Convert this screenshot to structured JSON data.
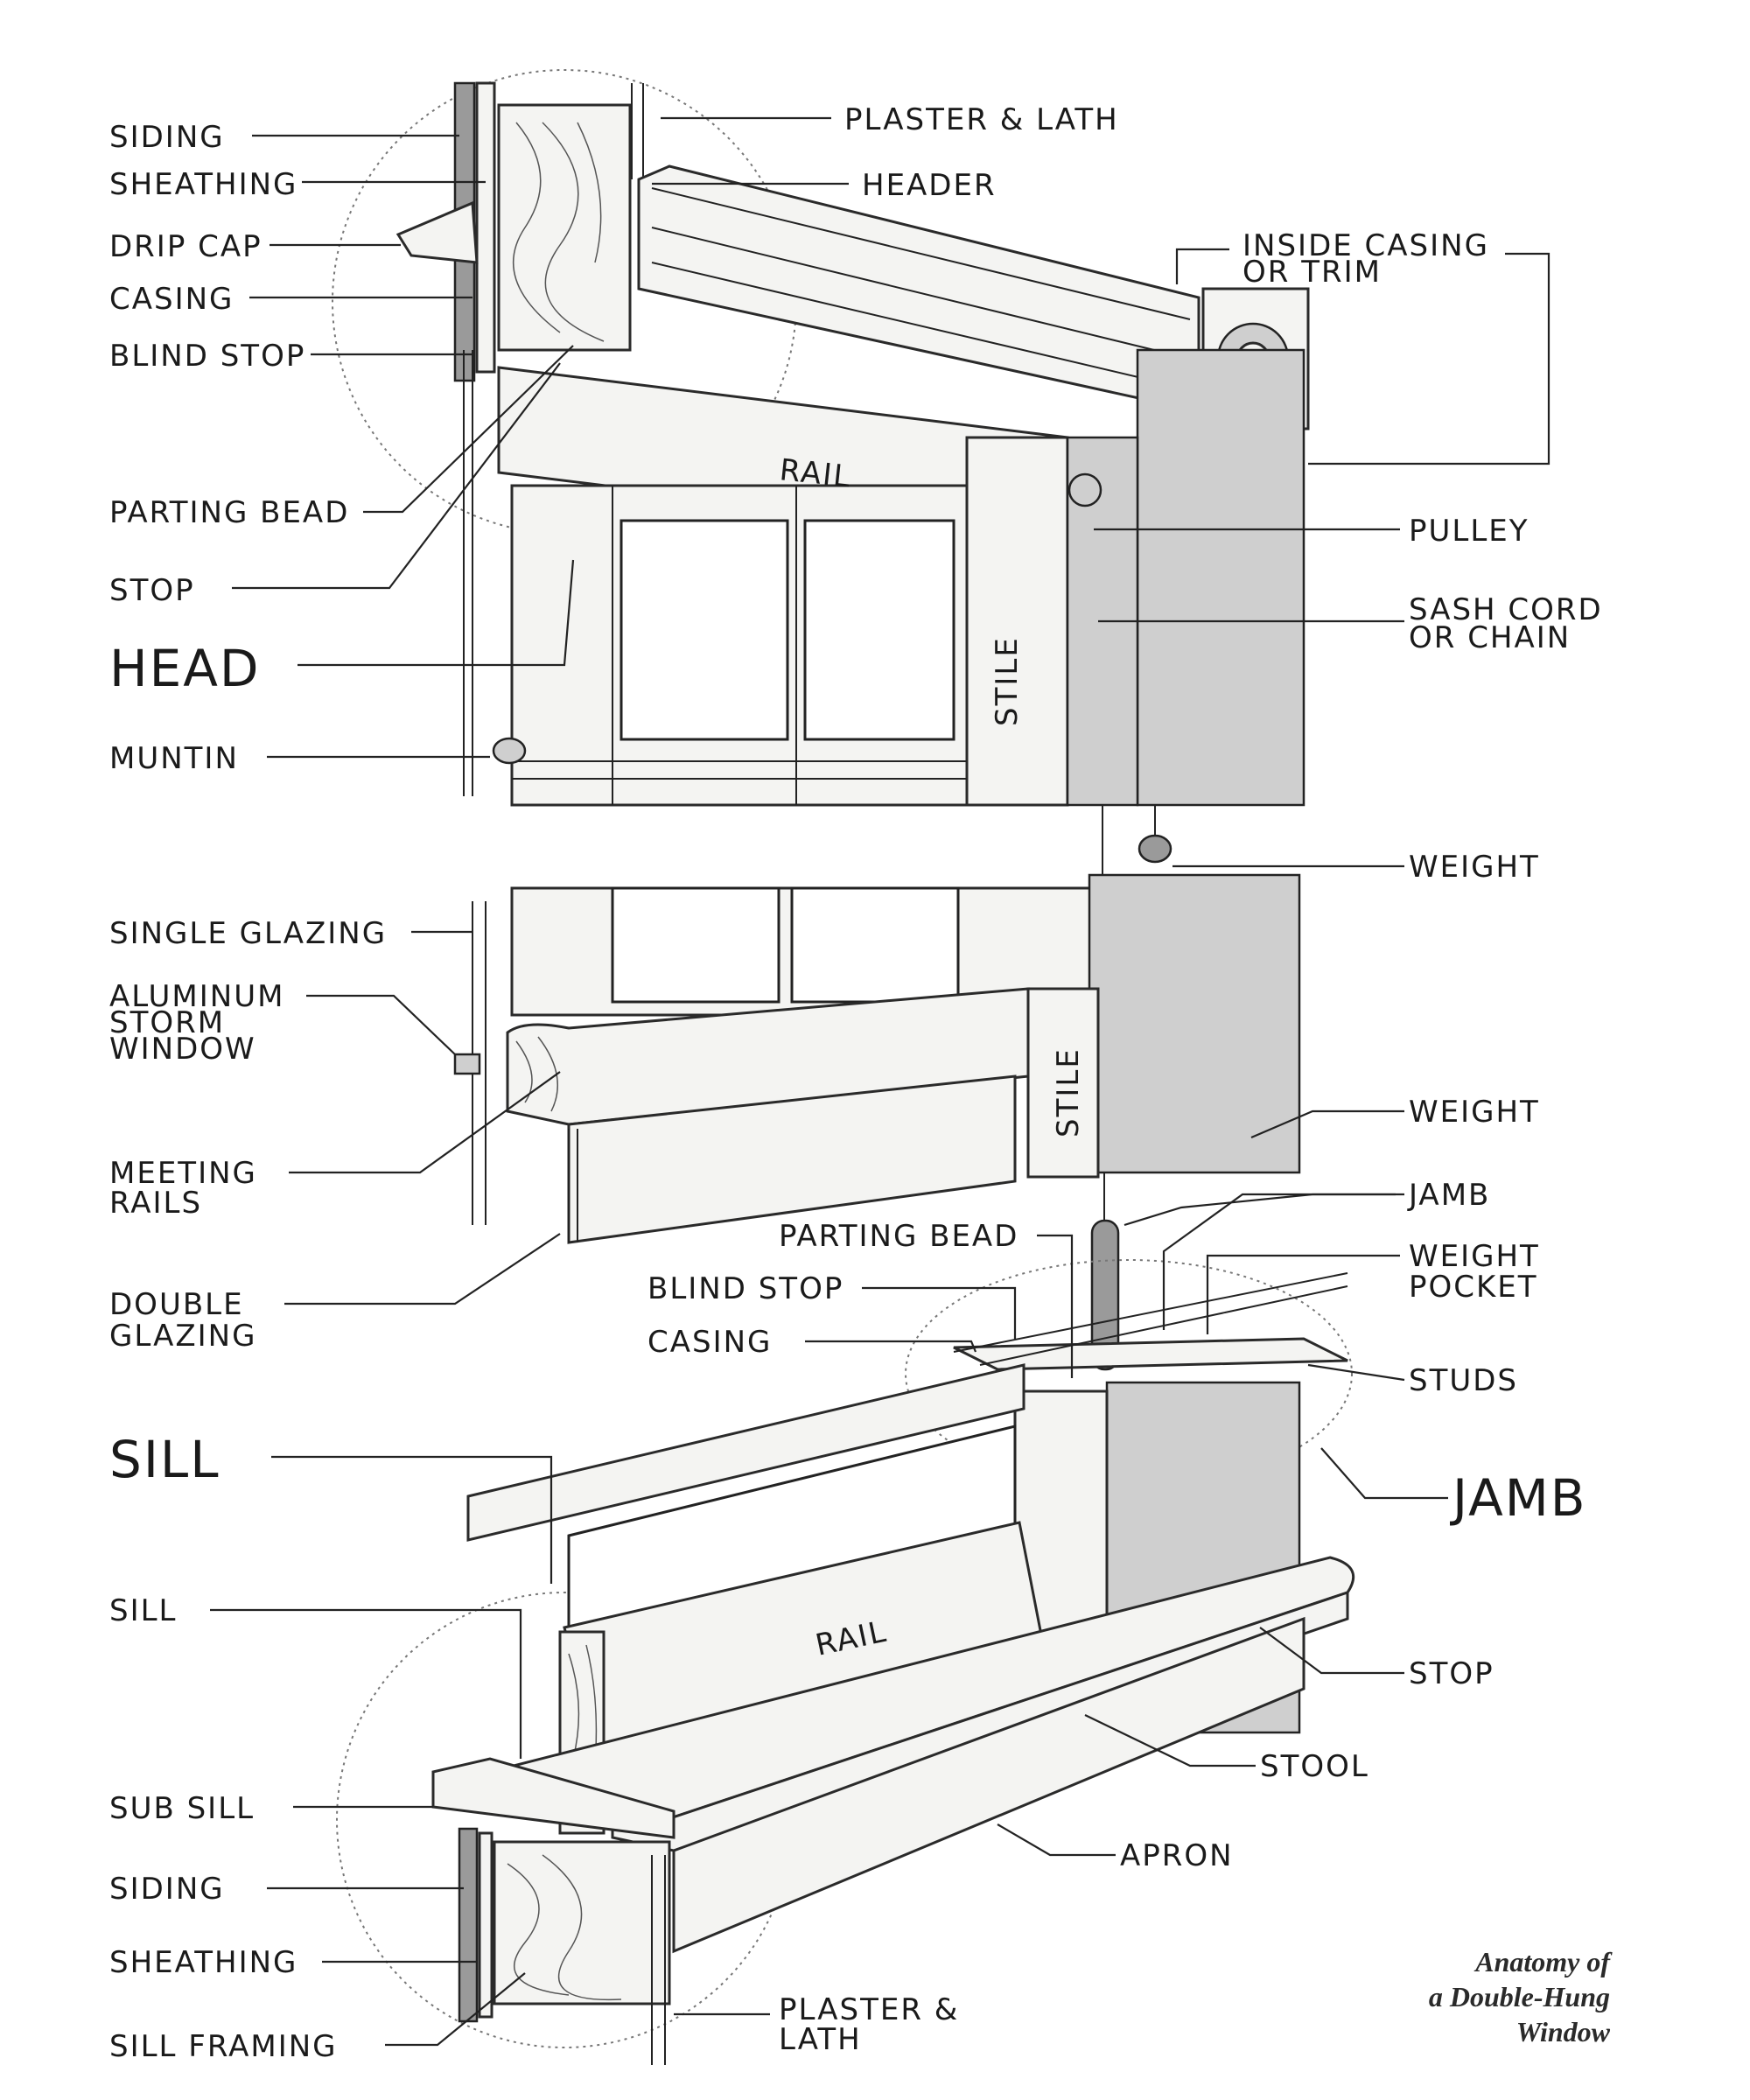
{
  "labels": {
    "siding_top": "SIDING",
    "sheathing_top": "SHEATHING",
    "drip_cap": "DRIP CAP",
    "casing_top": "CASING",
    "blind_stop_top": "BLIND STOP",
    "parting_bead_top": "PARTING BEAD",
    "stop_top": "STOP",
    "head": "HEAD",
    "muntin": "MUNTIN",
    "plaster_lath_top": "PLASTER & LATH",
    "header": "HEADER",
    "inside_casing_1": "INSIDE CASING",
    "inside_casing_2": "OR TRIM",
    "pulley": "PULLEY",
    "sash_cord_1": "SASH CORD",
    "sash_cord_2": "OR CHAIN",
    "weight_1": "WEIGHT",
    "rail_top": "RAIL",
    "stile_top": "STILE",
    "single_glazing": "SINGLE GLAZING",
    "aluminum_1": "ALUMINUM",
    "aluminum_2": "STORM",
    "aluminum_3": "WINDOW",
    "meeting_1": "MEETING",
    "meeting_2": "RAILS",
    "double_1": "DOUBLE",
    "double_2": "GLAZING",
    "stile_mid": "STILE",
    "weight_2": "WEIGHT",
    "jamb_small": "JAMB",
    "parting_bead_mid": "PARTING BEAD",
    "weight_pocket_1": "WEIGHT",
    "weight_pocket_2": "POCKET",
    "blind_stop_mid": "BLIND STOP",
    "casing_mid": "CASING",
    "studs": "STUDS",
    "jamb_large": "JAMB",
    "sill_large": "SILL",
    "sill_small": "SILL",
    "rail_bottom": "RAIL",
    "stop_bottom": "STOP",
    "stool": "STOOL",
    "apron": "APRON",
    "sub_sill": "SUB SILL",
    "siding_bottom": "SIDING",
    "sheathing_bottom": "SHEATHING",
    "sill_framing": "SILL FRAMING",
    "plaster_lath_bottom_1": "PLASTER &",
    "plaster_lath_bottom_2": "LATH"
  },
  "caption": {
    "line1": "Anatomy of",
    "line2": "a Double-Hung",
    "line3": "Window"
  }
}
